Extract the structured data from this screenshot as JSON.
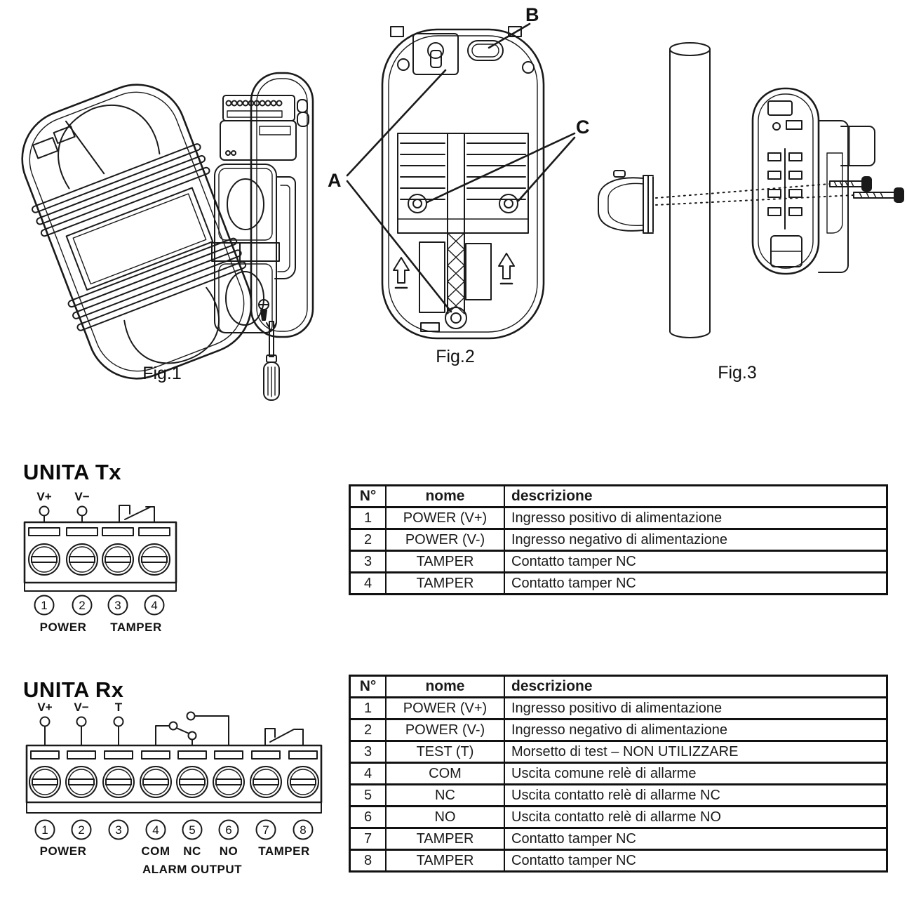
{
  "page": {
    "background": "#ffffff",
    "ink": "#1a1a1a"
  },
  "figures": {
    "fig1": {
      "caption": "Fig.1"
    },
    "fig2": {
      "caption": "Fig.2",
      "label_a": "A",
      "label_b": "B",
      "label_c": "C"
    },
    "fig3": {
      "caption": "Fig.3"
    }
  },
  "tx": {
    "title": "UNITA Tx",
    "diagram": {
      "v_plus": "V+",
      "v_minus": "V−",
      "numbers": [
        "1",
        "2",
        "3",
        "4"
      ],
      "power": "POWER",
      "tamper": "TAMPER"
    },
    "table": {
      "headers": [
        "N°",
        "nome",
        "descrizione"
      ],
      "rows": [
        [
          "1",
          "POWER (V+)",
          "Ingresso positivo di alimentazione"
        ],
        [
          "2",
          "POWER (V-)",
          "Ingresso negativo di alimentazione"
        ],
        [
          "3",
          "TAMPER",
          "Contatto tamper NC"
        ],
        [
          "4",
          "TAMPER",
          "Contatto tamper NC"
        ]
      ]
    }
  },
  "rx": {
    "title": "UNITA Rx",
    "diagram": {
      "v_plus": "V+",
      "v_minus": "V−",
      "t": "T",
      "numbers": [
        "1",
        "2",
        "3",
        "4",
        "5",
        "6",
        "7",
        "8"
      ],
      "power": "POWER",
      "com": "COM",
      "nc": "NC",
      "no": "NO",
      "tamper": "TAMPER",
      "alarm_output": "ALARM OUTPUT"
    },
    "table": {
      "headers": [
        "N°",
        "nome",
        "descrizione"
      ],
      "rows": [
        [
          "1",
          "POWER (V+)",
          "Ingresso positivo di alimentazione"
        ],
        [
          "2",
          "POWER (V-)",
          "Ingresso negativo di alimentazione"
        ],
        [
          "3",
          "TEST (T)",
          "Morsetto di test – NON UTILIZZARE"
        ],
        [
          "4",
          "COM",
          "Uscita comune relè di allarme"
        ],
        [
          "5",
          "NC",
          "Uscita contatto relè di allarme NC"
        ],
        [
          "6",
          "NO",
          "Uscita contatto relè di allarme NO"
        ],
        [
          "7",
          "TAMPER",
          "Contatto tamper NC"
        ],
        [
          "8",
          "TAMPER",
          "Contatto tamper NC"
        ]
      ]
    }
  }
}
